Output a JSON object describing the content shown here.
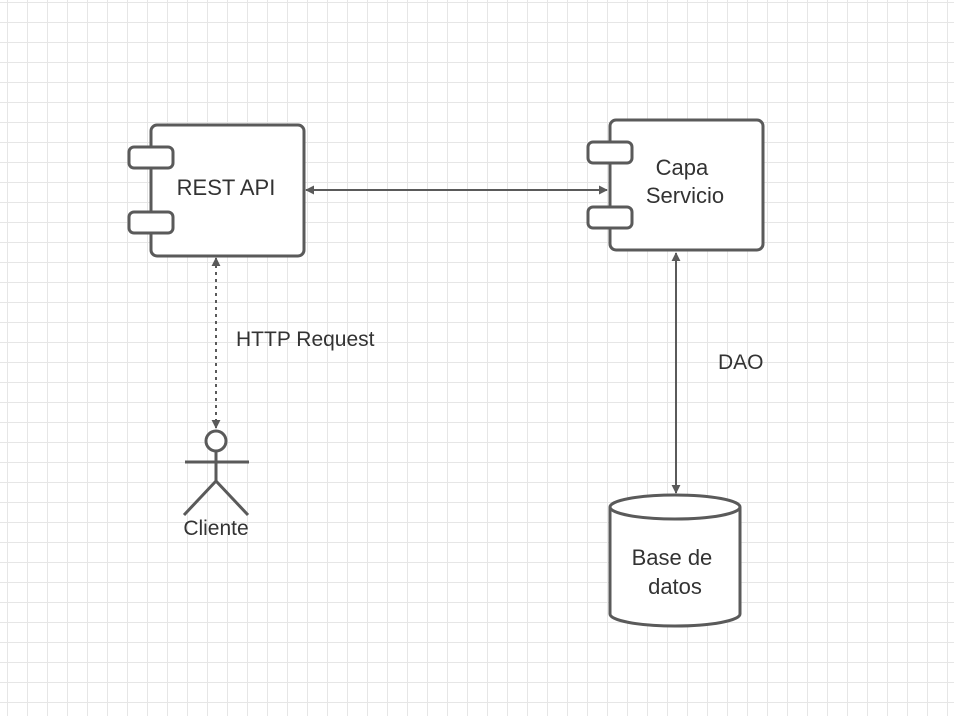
{
  "diagram": {
    "nodes": {
      "rest_api": {
        "label": "REST API"
      },
      "capa_servicio": {
        "lines": [
          "Capa",
          "Servicio"
        ]
      },
      "base_datos": {
        "lines": [
          "Base de",
          "datos"
        ]
      },
      "cliente": {
        "label": "Cliente"
      }
    },
    "edges": {
      "http_request": {
        "label": "HTTP Request"
      },
      "dao": {
        "label": "DAO"
      }
    },
    "colors": {
      "stroke": "#5a5a5a",
      "text": "#333333",
      "grid": "#e6e6e6",
      "fill": "#ffffff"
    }
  }
}
